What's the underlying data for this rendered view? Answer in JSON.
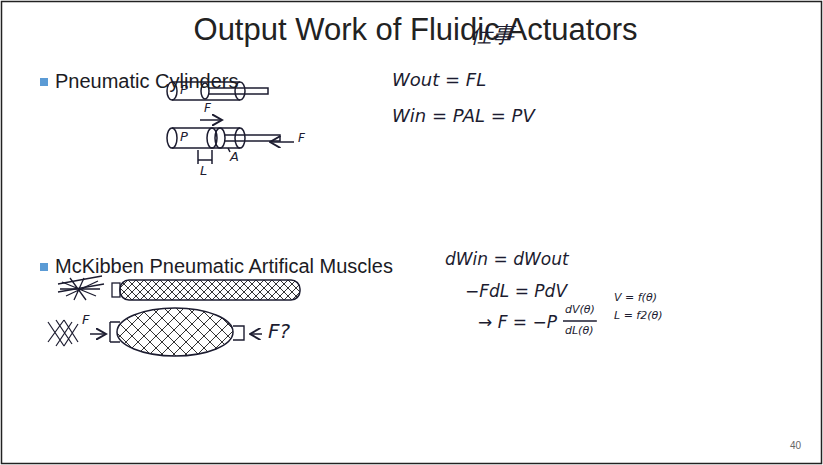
{
  "diagram": {
    "title": "Output Work of Fluidic Actuators",
    "labels": [
      "Pneumatic Cylinders",
      "McKibben Pneumatic Artifical Muscles",
      "仕事",
      "Wout = FL",
      "Win = PAL = PV",
      "P",
      "P",
      "F",
      "F",
      "A",
      "L",
      "dWin = dWout",
      "−FdL = PdV",
      "→ F = −P",
      "dV(θ)",
      "dL(θ)",
      "V = f(θ)",
      "L = f2(θ)",
      "F",
      "F?",
      "40"
    ]
  }
}
